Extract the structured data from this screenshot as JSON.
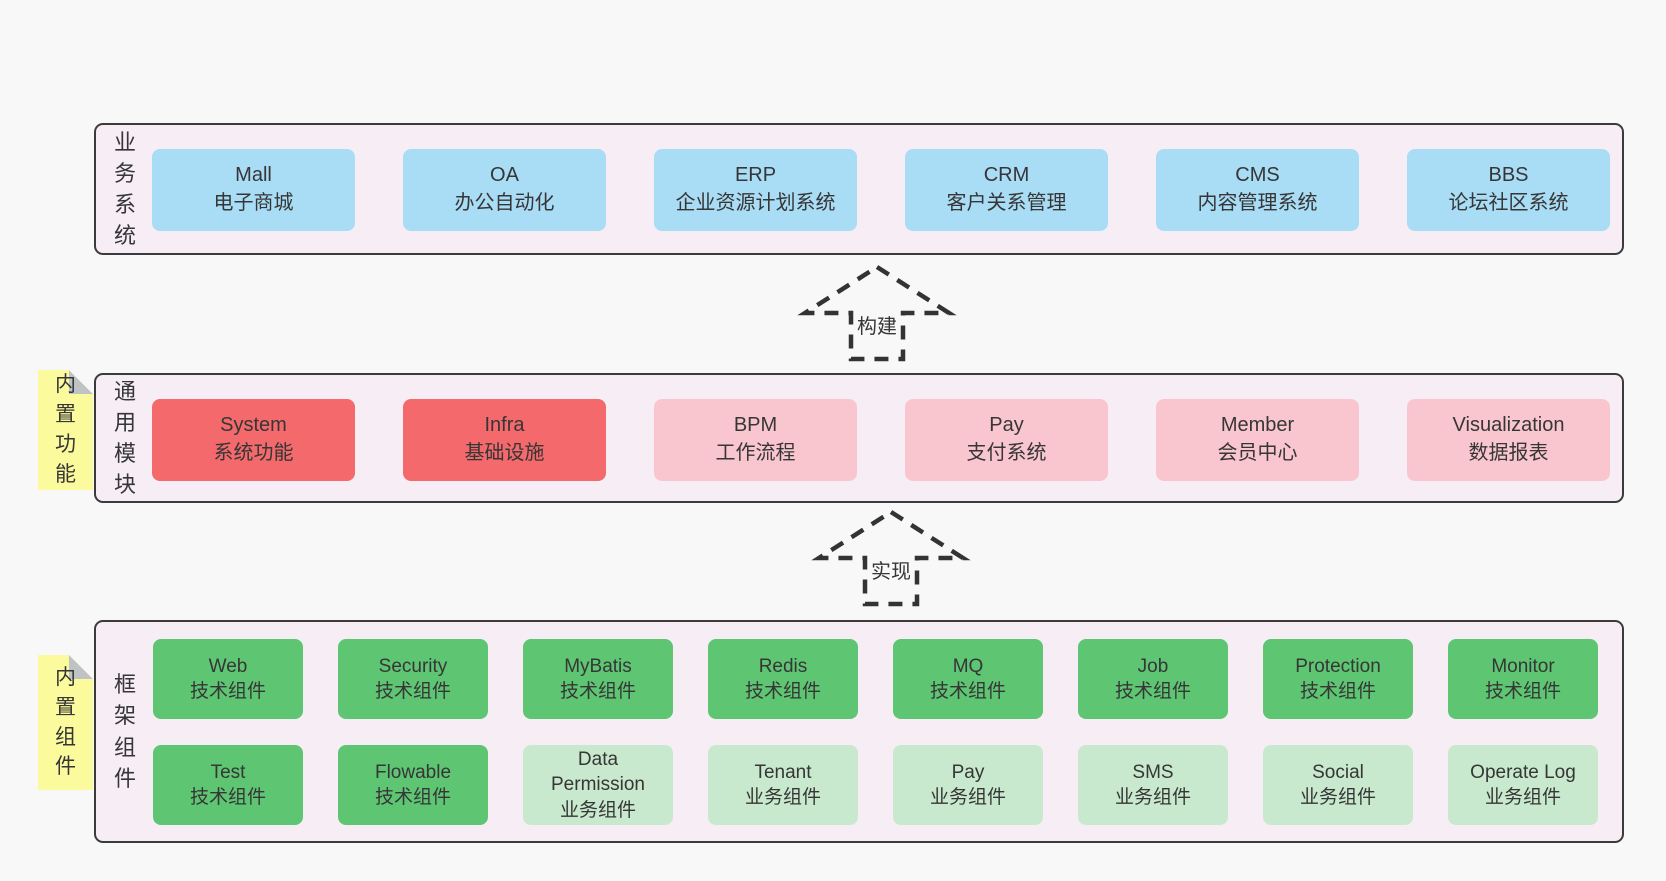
{
  "colors": {
    "page_bg": "#f8f8f8",
    "band_bg": "#f7edf5",
    "band_border": "#3b3b3b",
    "blue": "#a9dcf5",
    "red": "#f4696b",
    "pink": "#f9c6cf",
    "green": "#5ec573",
    "light_green": "#c8e9cd",
    "note_yellow": "#fbfa9d",
    "note_fold": "#bfc3c4",
    "text": "#363636"
  },
  "bands": {
    "business": {
      "label": "业务系统",
      "boxes": [
        {
          "title": "Mall",
          "subtitle": "电子商城"
        },
        {
          "title": "OA",
          "subtitle": "办公自动化"
        },
        {
          "title": "ERP",
          "subtitle": "企业资源计划系统"
        },
        {
          "title": "CRM",
          "subtitle": "客户关系管理"
        },
        {
          "title": "CMS",
          "subtitle": "内容管理系统"
        },
        {
          "title": "BBS",
          "subtitle": "论坛社区系统"
        }
      ]
    },
    "common": {
      "label": "通用模块",
      "note": "内置功能",
      "boxes": [
        {
          "title": "System",
          "subtitle": "系统功能"
        },
        {
          "title": "Infra",
          "subtitle": "基础设施"
        },
        {
          "title": "BPM",
          "subtitle": "工作流程"
        },
        {
          "title": "Pay",
          "subtitle": "支付系统"
        },
        {
          "title": "Member",
          "subtitle": "会员中心"
        },
        {
          "title": "Visualization",
          "subtitle": "数据报表"
        }
      ]
    },
    "framework": {
      "label": "框架组件",
      "note": "内置组件",
      "row1": [
        {
          "title": "Web",
          "subtitle": "技术组件"
        },
        {
          "title": "Security",
          "subtitle": "技术组件"
        },
        {
          "title": "MyBatis",
          "subtitle": "技术组件"
        },
        {
          "title": "Redis",
          "subtitle": "技术组件"
        },
        {
          "title": "MQ",
          "subtitle": "技术组件"
        },
        {
          "title": "Job",
          "subtitle": "技术组件"
        },
        {
          "title": "Protection",
          "subtitle": "技术组件"
        },
        {
          "title": "Monitor",
          "subtitle": "技术组件"
        }
      ],
      "row2": [
        {
          "title": "Test",
          "subtitle": "技术组件"
        },
        {
          "title": "Flowable",
          "subtitle": "技术组件"
        },
        {
          "title": "Data Permission",
          "subtitle": "业务组件"
        },
        {
          "title": "Tenant",
          "subtitle": "业务组件"
        },
        {
          "title": "Pay",
          "subtitle": "业务组件"
        },
        {
          "title": "SMS",
          "subtitle": "业务组件"
        },
        {
          "title": "Social",
          "subtitle": "业务组件"
        },
        {
          "title": "Operate Log",
          "subtitle": "业务组件"
        }
      ]
    }
  },
  "arrows": [
    {
      "label": "构建"
    },
    {
      "label": "实现"
    }
  ]
}
